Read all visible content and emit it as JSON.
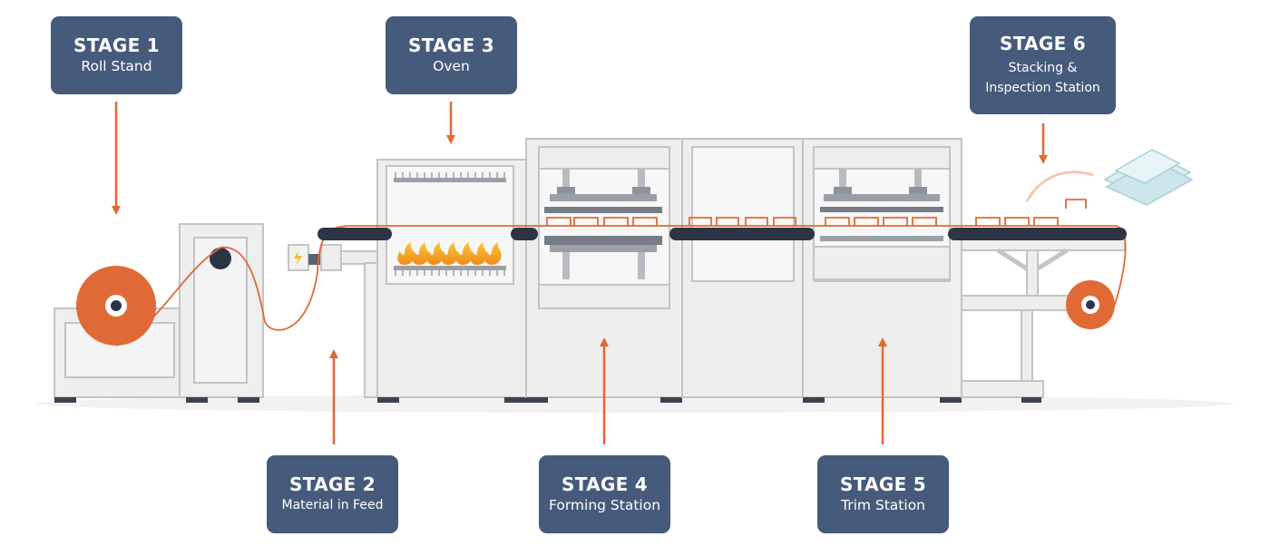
{
  "stages": [
    {
      "title": "STAGE 1",
      "subtitle": "Roll Stand"
    },
    {
      "title": "STAGE 2",
      "subtitle": "Material in Feed"
    },
    {
      "title": "STAGE 3",
      "subtitle": "Oven"
    },
    {
      "title": "STAGE 4",
      "subtitle": "Forming Station"
    },
    {
      "title": "STAGE 5",
      "subtitle": "Trim Station"
    },
    {
      "title": "STAGE 6",
      "subtitle_lines": [
        "Stacking &",
        "Inspection Station"
      ]
    }
  ],
  "colors": {
    "label_bg": "#465a7b",
    "arrow": "#e06a35",
    "material_roll": "#e06a35",
    "machine_fill": "#eeeeee",
    "machine_stroke": "#c4c4c4",
    "belt": "#2c3446",
    "flame": "#f4b820"
  }
}
